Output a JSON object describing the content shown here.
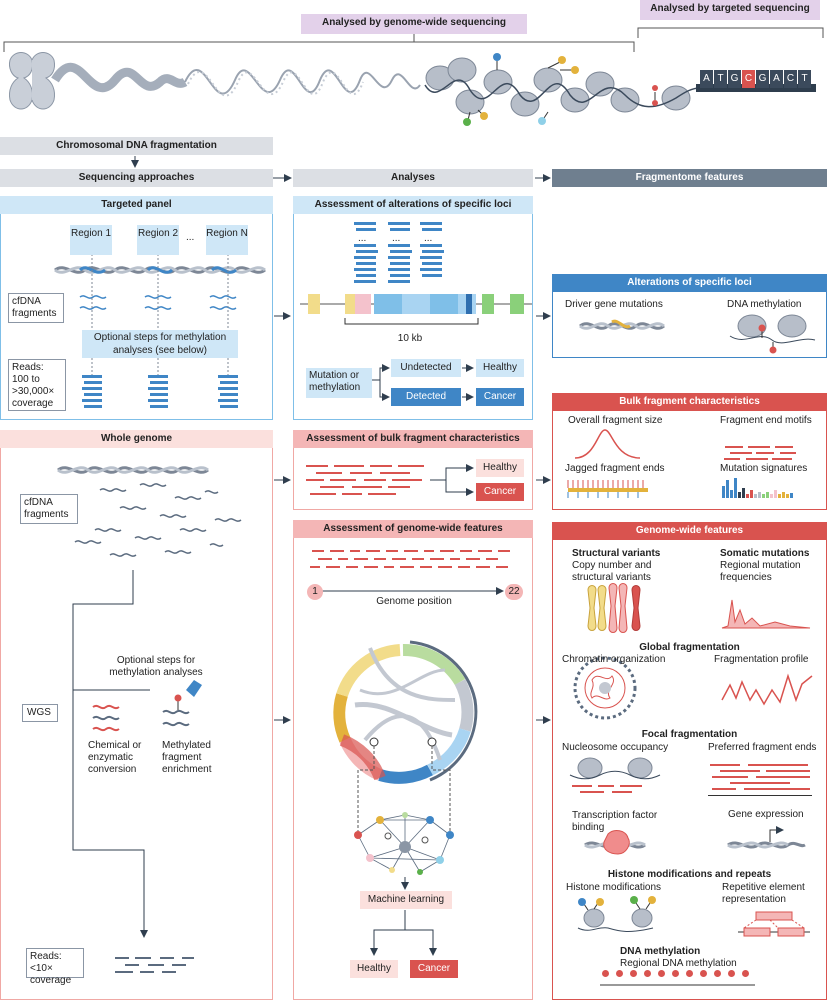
{
  "top": {
    "genome_wide_label": "Analysed by genome-wide sequencing",
    "targeted_label": "Analysed by targeted sequencing",
    "dna_letters": [
      "A",
      "T",
      "G",
      "C",
      "G",
      "A",
      "C",
      "T"
    ]
  },
  "flow": {
    "chromosomal": "Chromosomal DNA fragmentation",
    "sequencing": "Sequencing approaches",
    "analyses": "Analyses",
    "fragmentome": "Fragmentome features"
  },
  "targeted": {
    "title": "Targeted panel",
    "region1": "Region 1",
    "region2": "Region 2",
    "ellipsis": "...",
    "regionN": "Region N",
    "cfdna": "cfDNA fragments",
    "optional": "Optional steps for methylation analyses (see below)",
    "reads": "Reads: 100 to >30,000× coverage"
  },
  "loci": {
    "title": "Assessment of alterations of specific loci",
    "scale": "10 kb",
    "input": "Mutation or methylation",
    "undetected": "Undetected",
    "detected": "Detected",
    "healthy": "Healthy",
    "cancer": "Cancer"
  },
  "alterations": {
    "title": "Alterations of specific loci",
    "driver": "Driver gene mutations",
    "methylation": "DNA methylation"
  },
  "whole": {
    "title": "Whole genome",
    "cfdna": "cfDNA fragments",
    "wgs": "WGS",
    "optional": "Optional steps for methylation analyses",
    "chemical": "Chemical or enzymatic conversion",
    "methylated": "Methylated fragment enrichment",
    "reads": "Reads: <10× coverage"
  },
  "bulk_assess": {
    "title": "Assessment of bulk fragment characteristics",
    "healthy": "Healthy",
    "cancer": "Cancer"
  },
  "bulk": {
    "title": "Bulk fragment characteristics",
    "size": "Overall fragment size",
    "motifs": "Fragment end motifs",
    "jagged": "Jagged fragment ends",
    "signatures": "Mutation signatures"
  },
  "gw_assess": {
    "title": "Assessment of genome-wide features",
    "start": "1",
    "end": "22",
    "position": "Genome position",
    "ml": "Machine learning",
    "healthy": "Healthy",
    "cancer": "Cancer"
  },
  "gw": {
    "title": "Genome-wide features",
    "sv_title": "Structural variants",
    "sv_sub": "Copy number and structural variants",
    "sm_title": "Somatic mutations",
    "sm_sub": "Regional mutation frequencies",
    "global": "Global fragmentation",
    "chromatin": "Chromatin organization",
    "profile": "Fragmentation profile",
    "focal": "Focal fragmentation",
    "nucleosome": "Nucleosome occupancy",
    "preferred": "Preferred fragment ends",
    "tf": "Transcription factor binding",
    "gene": "Gene expression",
    "histone_title": "Histone modifications and repeats",
    "histone": "Histone modifications",
    "repetitive": "Repetitive element representation",
    "dnam_title": "DNA methylation",
    "regional": "Regional DNA methylation"
  },
  "colors": {
    "blue_light": "#d6ebf8",
    "blue": "#3f86c6",
    "red_light": "#fbe0dd",
    "red": "#d9534f",
    "purple_light": "#e6d3ea",
    "gray_light": "#dcdfe4",
    "slate": "#6f7f8f"
  }
}
